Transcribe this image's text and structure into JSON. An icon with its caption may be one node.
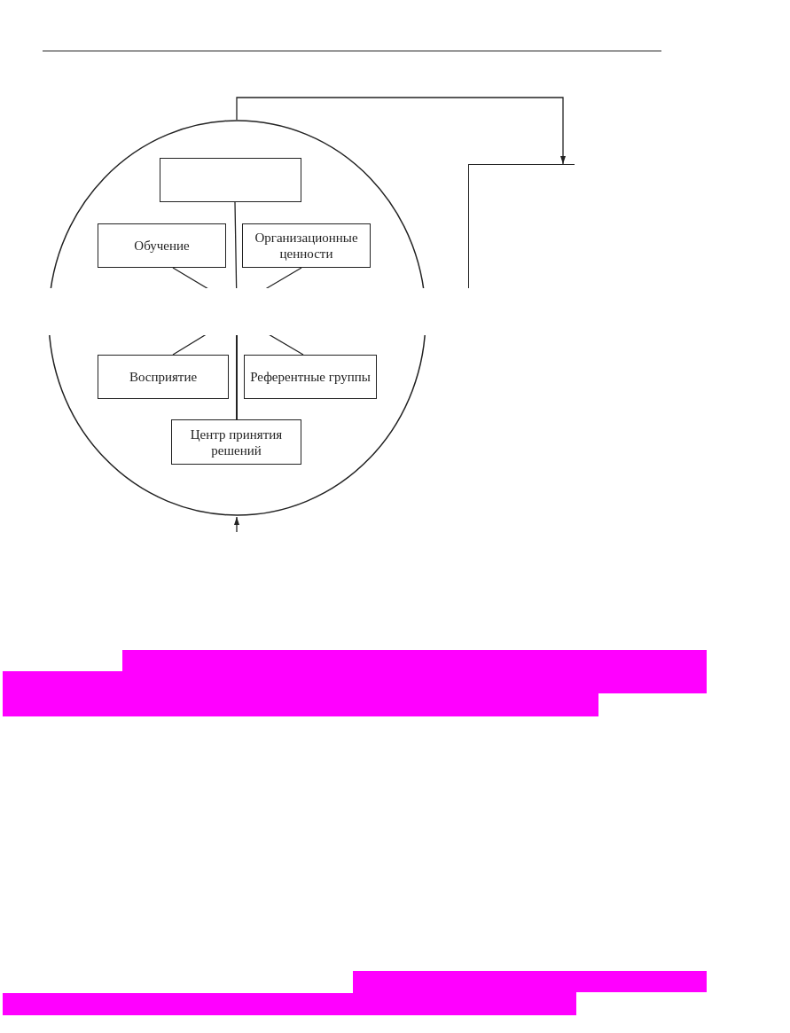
{
  "diagram": {
    "nodes": [
      {
        "text": [],
        "shape": "circle"
      },
      {
        "text": [],
        "shape": "box",
        "in": 0
      },
      {
        "text": [
          "Обучение"
        ],
        "in": 0
      },
      {
        "text": [
          "Организационные ценности"
        ],
        "in": 0
      },
      {
        "text": [
          "Восприятие"
        ],
        "in": 0
      },
      {
        "text": [
          "Референтные группы"
        ],
        "in": 0
      },
      {
        "text": [
          "Центр принятия решений"
        ],
        "in": 0
      },
      {
        "text": [],
        "shape": "box"
      }
    ],
    "edges": [
      {
        "from": 1,
        "to": 6,
        "arrow": "none"
      },
      {
        "from": 2,
        "to": 6,
        "arrow": "none"
      },
      {
        "from": 3,
        "to": 6,
        "arrow": "none"
      },
      {
        "from": 4,
        "to": 6,
        "arrow": "none"
      },
      {
        "from": 5,
        "to": 6,
        "arrow": "none"
      },
      {
        "from": 0,
        "to": 7,
        "arrow": "to"
      },
      {
        "from": null,
        "to": 0,
        "arrow": "to"
      }
    ]
  }
}
